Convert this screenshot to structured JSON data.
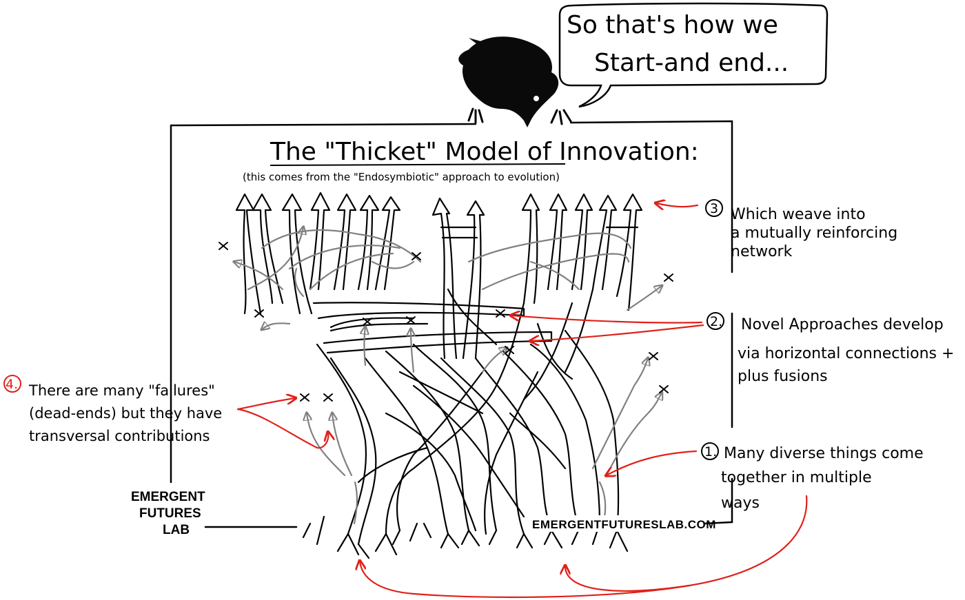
{
  "diagram": {
    "title": "The \"Thicket\" Model of Innovation:",
    "subtitle": "(this comes from the \"Endosymbiotic\" approach to evolution)",
    "speech_bubble": {
      "line1": "So that's how we",
      "line2": "Start-and end..."
    },
    "annotations": [
      {
        "number": "1.",
        "lines": [
          "Many diverse things come",
          "together in multiple",
          "ways"
        ]
      },
      {
        "number": "2.",
        "lines": [
          "Novel Approaches develop",
          "via horizontal connections +",
          "plus fusions"
        ]
      },
      {
        "number": "3",
        "lines": [
          "Which weave into",
          "a mutually reinforcing",
          "network"
        ]
      },
      {
        "number": "4.",
        "lines": [
          "There are many \"failures\"",
          "(dead-ends) but they have",
          "transversal contributions"
        ]
      }
    ],
    "logo": {
      "line1": "EMERGENT",
      "line2": "FUTURES",
      "line3": "LAB"
    },
    "url": "EMERGENTFUTURESLAB.COM",
    "colors": {
      "ink": "#000000",
      "accent": "#e0201a",
      "secondary": "#808080"
    },
    "icons": [
      "crow-icon",
      "red-arrow-icon",
      "dead-end-x-icon"
    ]
  }
}
